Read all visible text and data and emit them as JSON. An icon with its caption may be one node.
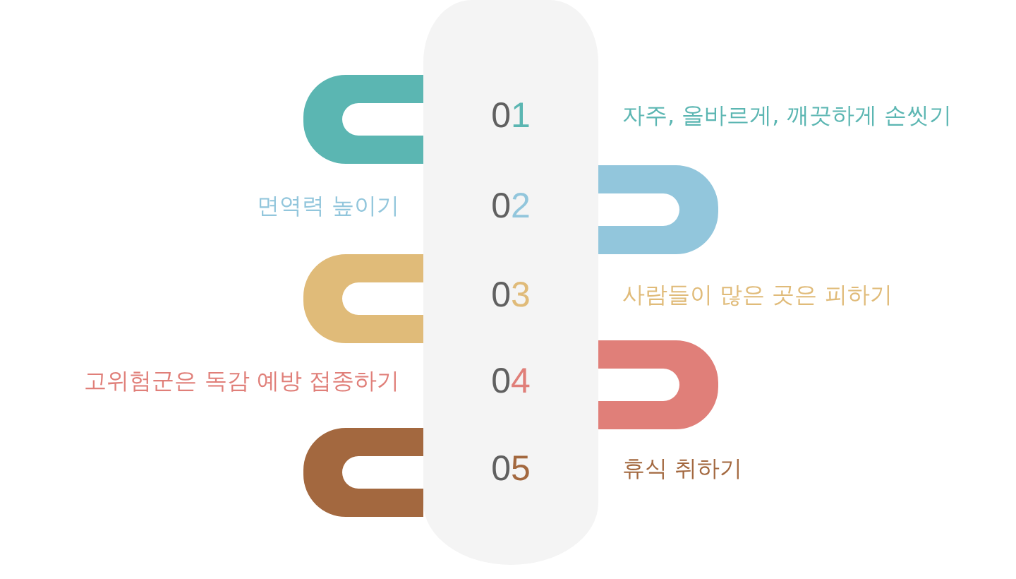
{
  "diagram": {
    "nodes": [
      {
        "text": [],
        "shape": "bar"
      },
      {
        "text": [
          "01"
        ],
        "in": 0
      },
      {
        "text": [
          "02"
        ],
        "in": 0
      },
      {
        "text": [
          "03"
        ],
        "in": 0
      },
      {
        "text": [
          "04"
        ],
        "in": 0
      },
      {
        "text": [
          "05"
        ],
        "in": 0
      },
      {
        "text": [],
        "shape": "arc"
      },
      {
        "text": [],
        "shape": "arc"
      },
      {
        "text": [],
        "shape": "arc"
      },
      {
        "text": [],
        "shape": "arc"
      },
      {
        "text": [],
        "shape": "arc"
      }
    ],
    "edges": [],
    "labels": [
      "자주, 올바르게, 깨끗하게 손씻기",
      "면역력 높이기",
      "사람들이 많은 곳은 피하기",
      "고위험군은 독감 예방 접종하기",
      "휴식 취하기"
    ]
  }
}
